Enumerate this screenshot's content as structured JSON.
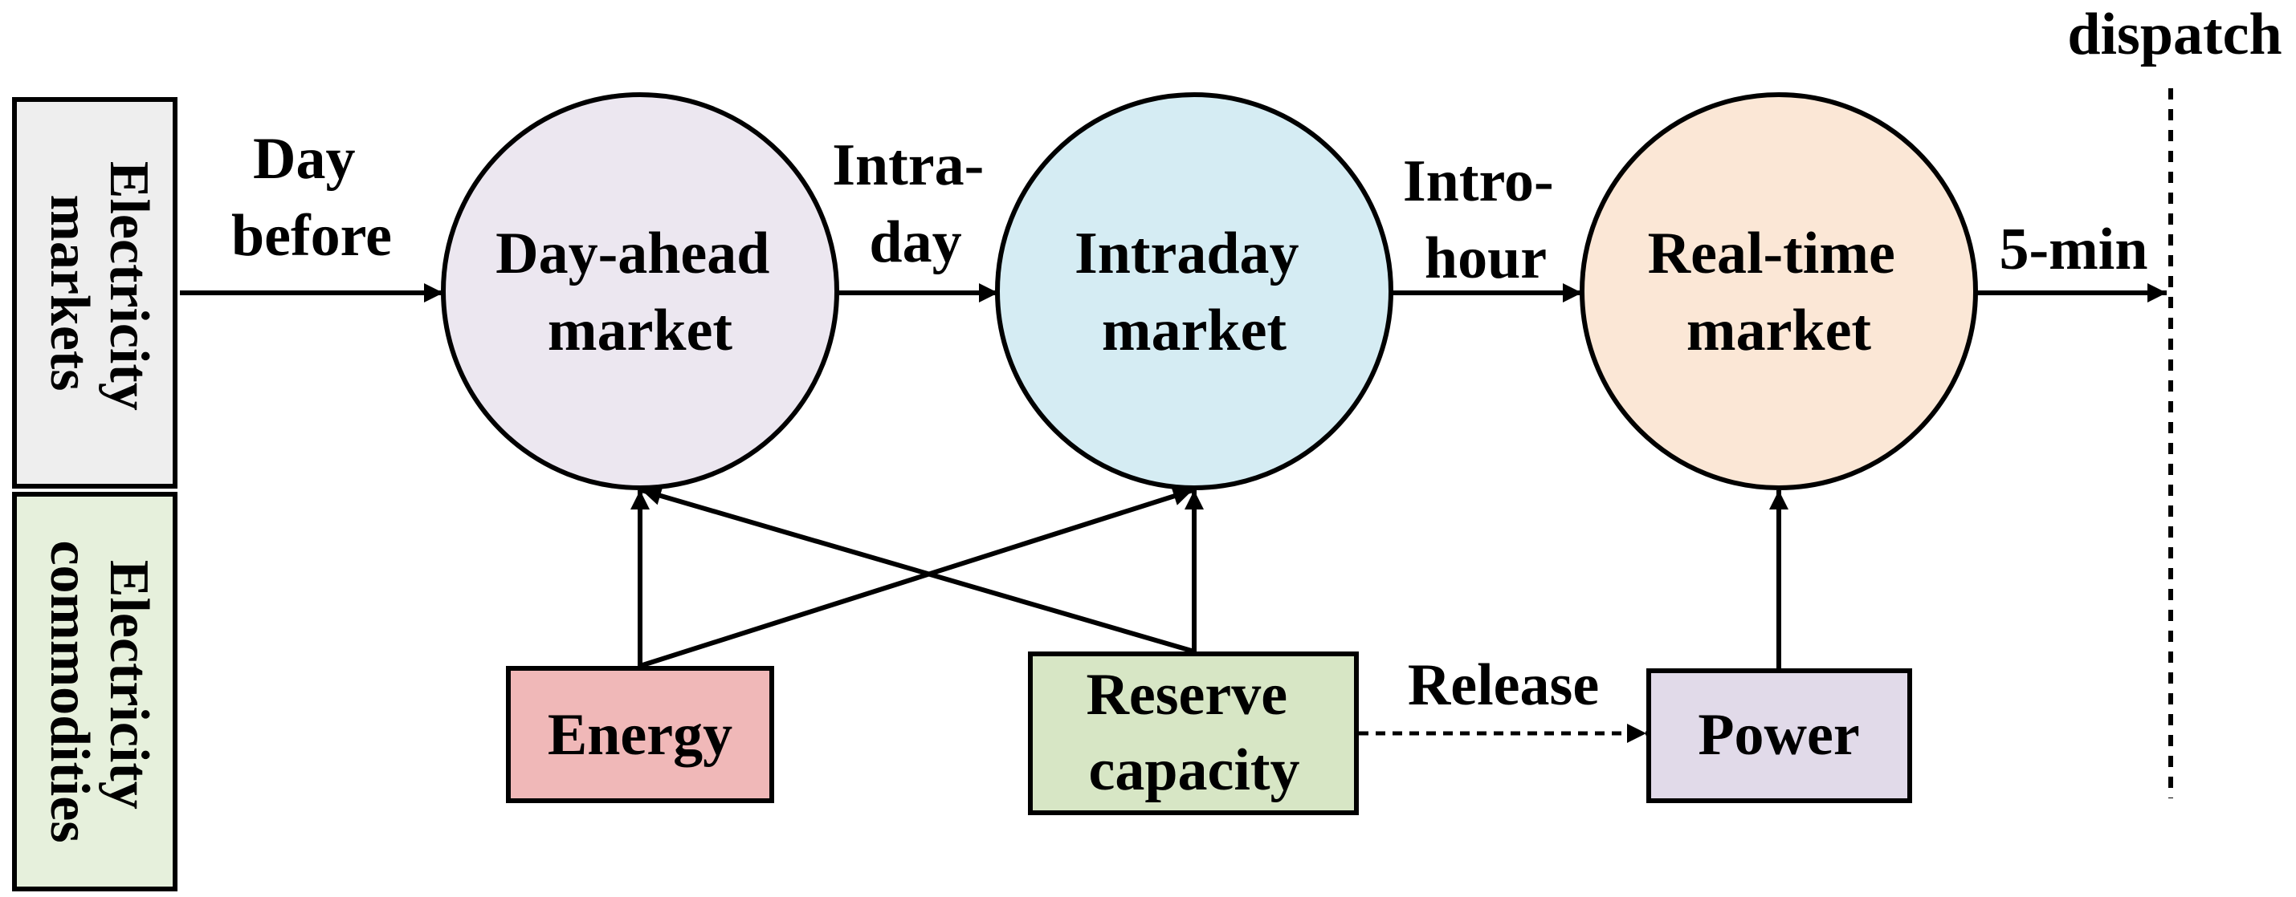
{
  "side_labels": {
    "markets": [
      "Electricity",
      "markets"
    ],
    "commodities": [
      "Electricity",
      "commodities"
    ]
  },
  "markets": {
    "day_ahead": [
      "Day-ahead",
      "market"
    ],
    "intraday": [
      "Intraday",
      "market"
    ],
    "real_time": [
      "Real-time",
      "market"
    ]
  },
  "timeline": {
    "day_before": [
      "Day",
      "before"
    ],
    "intra_day": [
      "Intra-",
      "day"
    ],
    "intro_hour": [
      "Intro-",
      "hour"
    ],
    "five_min": "5-min",
    "dispatch": "dispatch"
  },
  "commodities": {
    "energy": "Energy",
    "reserve": [
      "Reserve",
      "capacity"
    ],
    "power": "Power",
    "release": "Release"
  },
  "colors": {
    "markets_box": "#eeeeee",
    "commodities_box": "#e6f0dc",
    "day_ahead": "#ece7f0",
    "intraday": "#d5ecf3",
    "real_time": "#fbe7d6",
    "energy": "#f0b8b8",
    "reserve": "#d7e6c5",
    "power": "#e1dae9"
  }
}
